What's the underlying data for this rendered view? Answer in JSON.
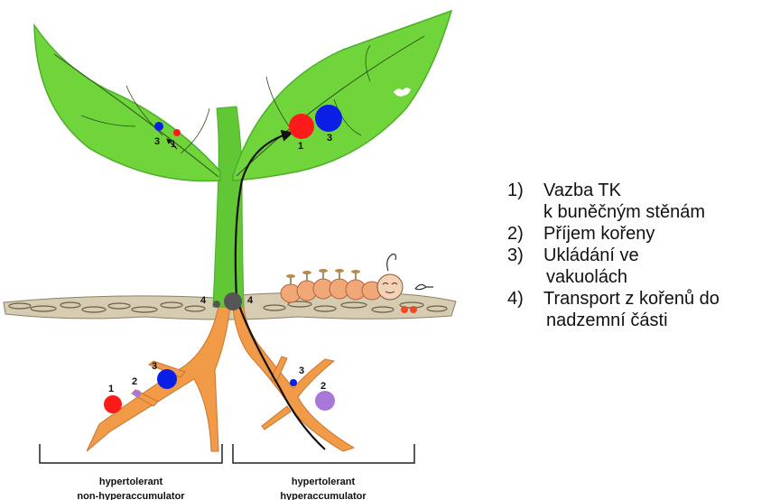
{
  "legend": [
    {
      "num": "1)",
      "lines": [
        "Vazba TK",
        "k buněčným stěnám"
      ]
    },
    {
      "num": "2)",
      "lines": [
        "Příjem kořeny"
      ]
    },
    {
      "num": "3)",
      "lines": [
        "Ukládání ve",
        "vakuolách"
      ]
    },
    {
      "num": "4)",
      "lines": [
        "Transport z kořenů do",
        "nadzemní části"
      ]
    }
  ],
  "diagram": {
    "leaf_left": {
      "marker_1": "1",
      "marker_3": "3"
    },
    "leaf_right": {
      "marker_1": "1",
      "marker_3": "3"
    },
    "stem": {
      "marker_4_left": "4",
      "marker_4_right": "4"
    },
    "root_left": {
      "marker_1": "1",
      "marker_2": "2",
      "marker_3": "3"
    },
    "root_right": {
      "marker_2": "2",
      "marker_3": "3"
    },
    "labels": {
      "left_line1": "hypertolerant",
      "left_line2": "non-hyperaccumulator",
      "right_line1": "hypertolerant",
      "right_line2": "hyperaccumulator"
    }
  },
  "colors": {
    "leaf": "#6fd53a",
    "leaf_edge": "#4caf2a",
    "stem": "#62c734",
    "root": "#f19a48",
    "soil": "#cfc4a8",
    "metal_red": "#ff1a1a",
    "metal_blue": "#0a1ee6",
    "metal_purple": "#a877d9",
    "node_gray": "#555555"
  }
}
